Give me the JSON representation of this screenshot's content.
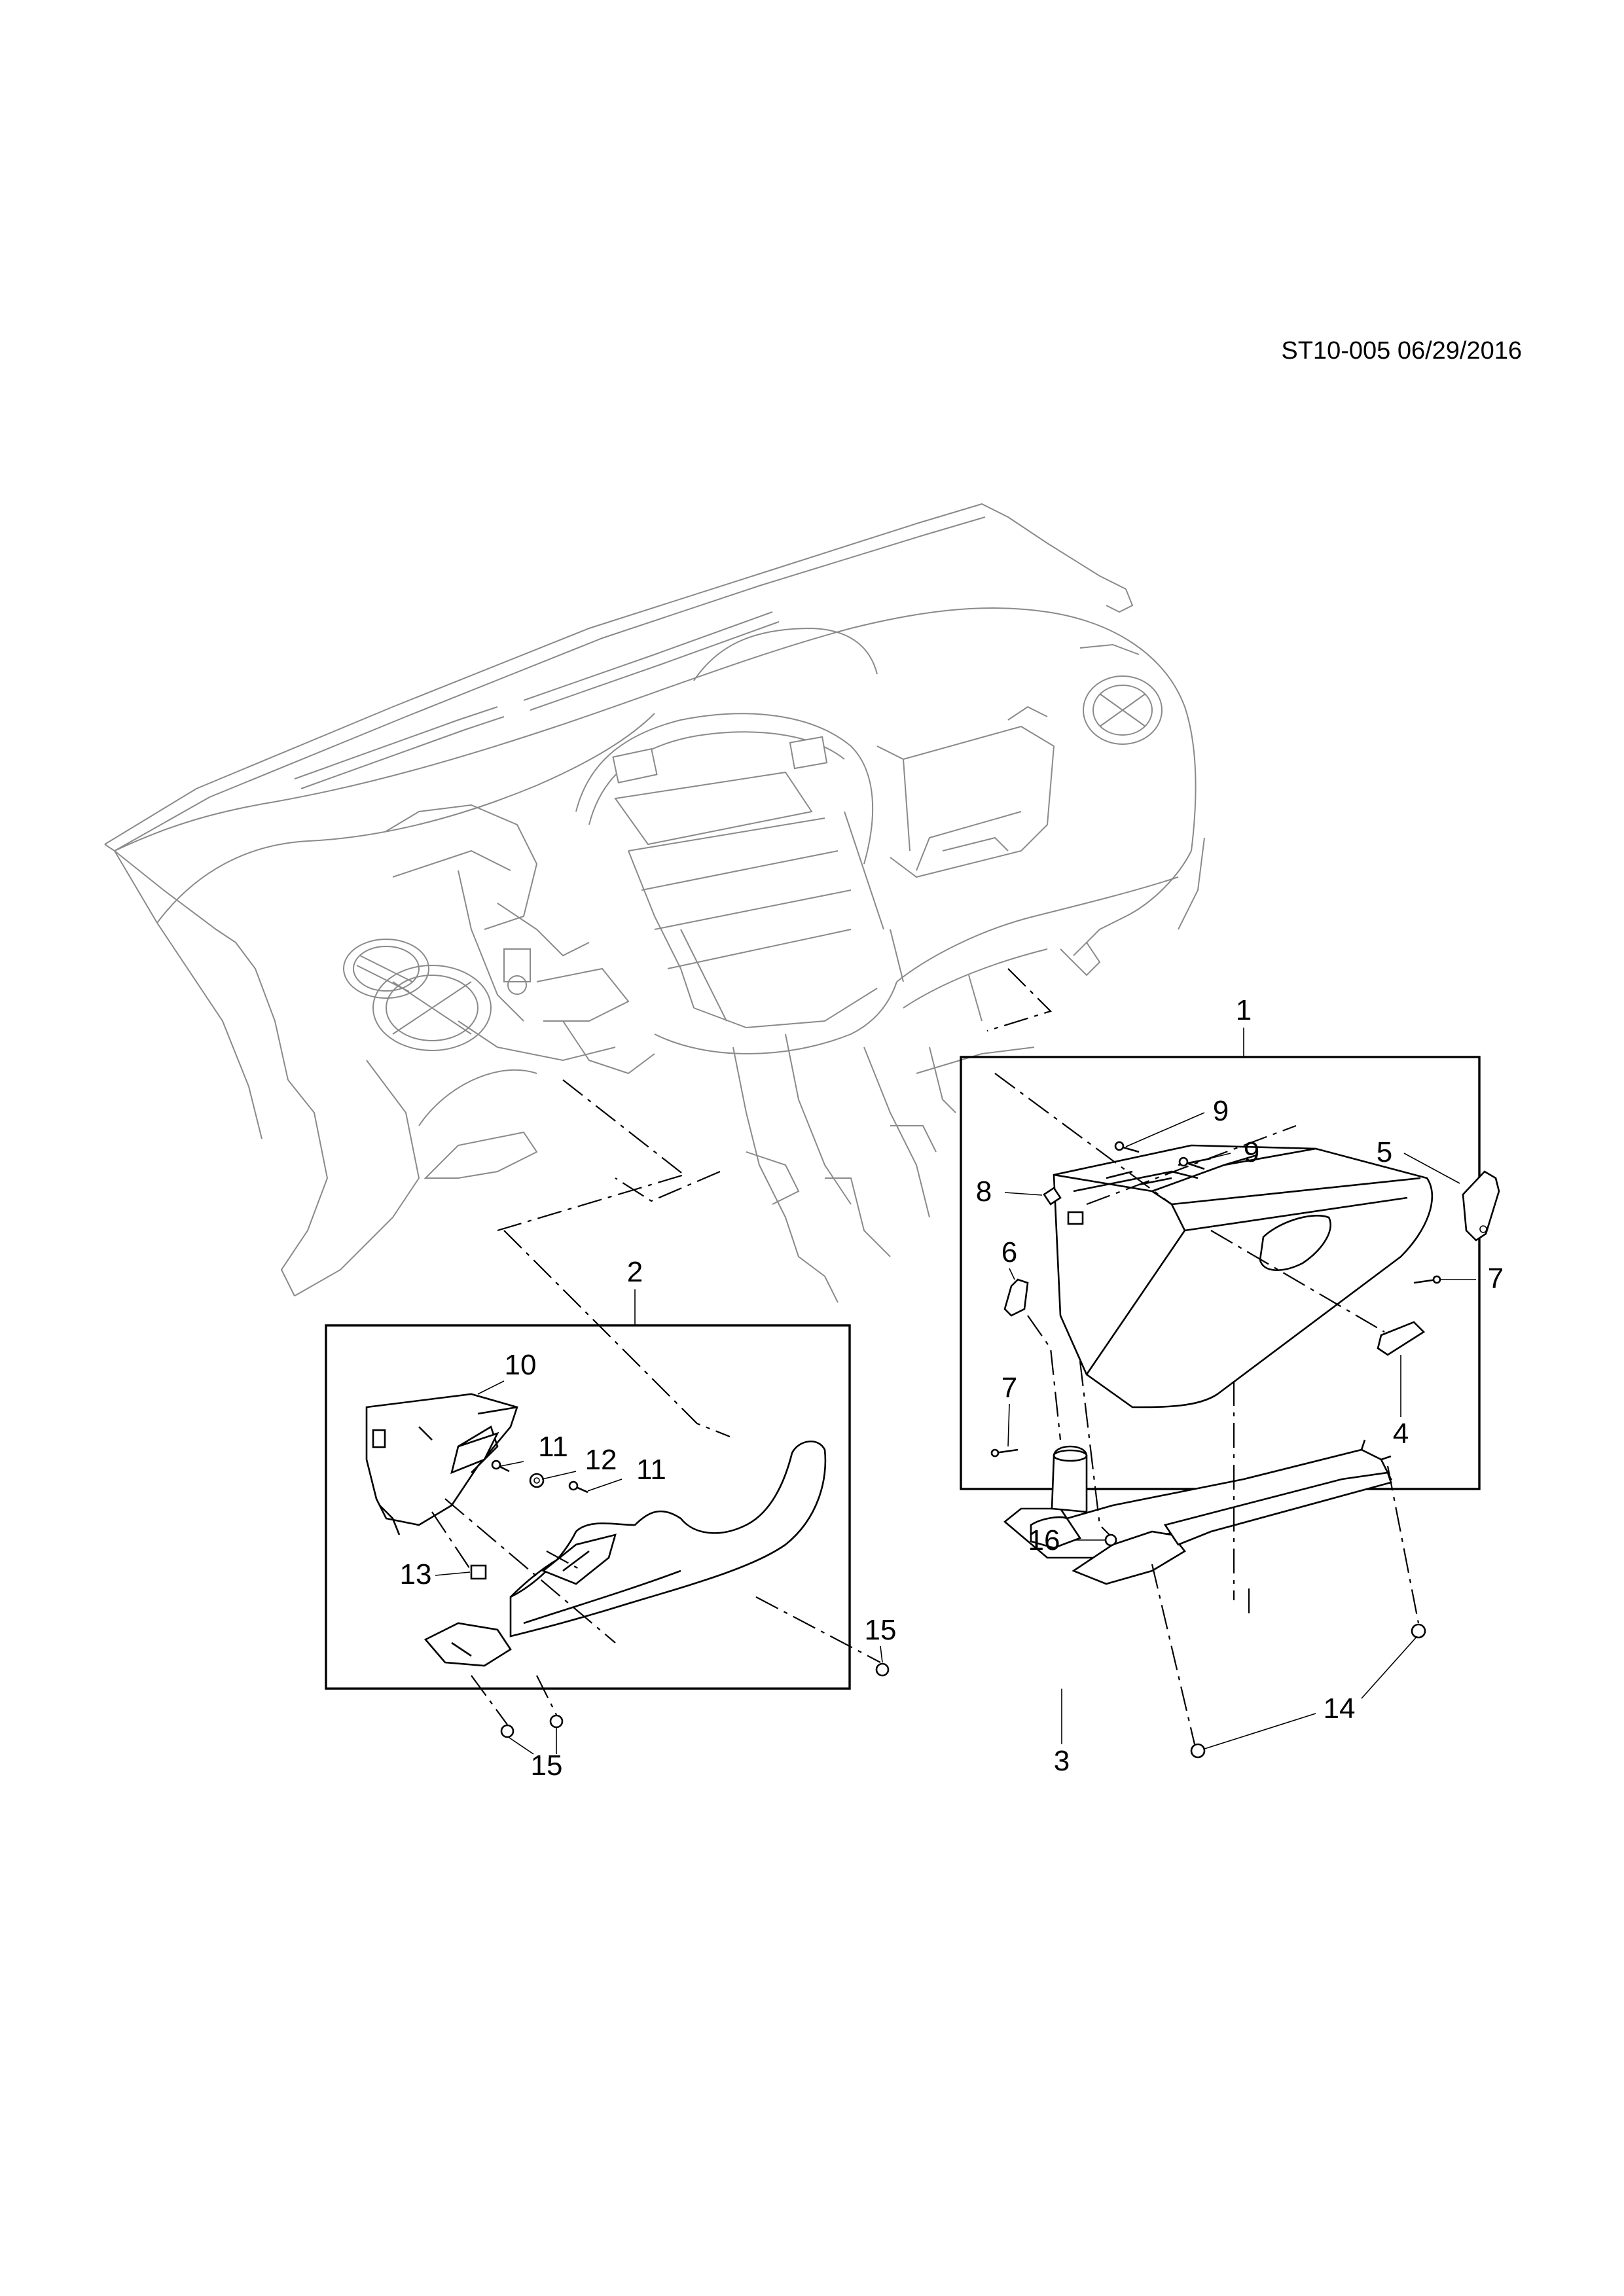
{
  "drawing": {
    "code": "ST10-005 06/29/2016"
  },
  "callouts": {
    "c1": "1",
    "c2": "2",
    "c3": "3",
    "c4": "4",
    "c5": "5",
    "c6": "6",
    "c7a": "7",
    "c7b": "7",
    "c8": "8",
    "c9a": "9",
    "c9b": "9",
    "c10": "10",
    "c11a": "11",
    "c11b": "11",
    "c12": "12",
    "c13": "13",
    "c14": "14",
    "c15a": "15",
    "c15b": "15",
    "c16": "16"
  },
  "colors": {
    "line": "#000000",
    "context_line": "#8a8a8a",
    "background": "#ffffff"
  }
}
